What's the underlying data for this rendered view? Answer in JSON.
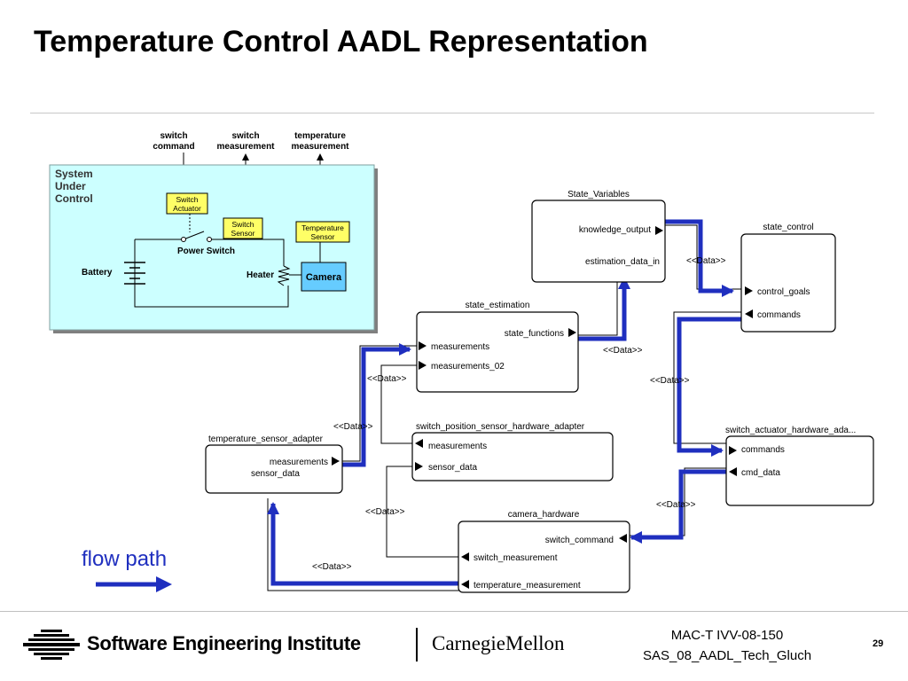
{
  "slide": {
    "title": "Temperature Control AADL Representation",
    "page_number": "29"
  },
  "system_inset": {
    "top_labels": [
      {
        "line1": "switch",
        "line2": "command"
      },
      {
        "line1": "switch",
        "line2": "measurement"
      },
      {
        "line1": "temperature",
        "line2": "measurement"
      }
    ],
    "panel_title": [
      "System",
      "Under",
      "Control"
    ],
    "switch_actuator": [
      "Switch",
      "Actuator"
    ],
    "switch_sensor": [
      "Switch",
      "Sensor"
    ],
    "temperature_sensor": [
      "Temperature",
      "Sensor"
    ],
    "power_switch": "Power Switch",
    "battery": "Battery",
    "heater": "Heater",
    "camera": "Camera",
    "colors": {
      "panel_bg": "#ccffff",
      "component_yellow": "#ffff66",
      "camera_blue": "#66ccff"
    }
  },
  "components": {
    "state_variables": {
      "name": "State_Variables",
      "ports": [
        "knowledge_output",
        "estimation_data_in"
      ]
    },
    "state_control": {
      "name": "state_control",
      "ports": [
        "control_goals",
        "commands"
      ]
    },
    "state_estimation": {
      "name": "state_estimation",
      "ports": [
        "state_functions",
        "measurements",
        "measurements_02"
      ]
    },
    "temperature_sensor_adapter": {
      "name": "temperature_sensor_adapter",
      "ports": [
        "measurements",
        "sensor_data"
      ]
    },
    "switch_position_sensor_hardware_adapter": {
      "name": "switch_position_sensor_hardware_adapter",
      "ports": [
        "measurements",
        "sensor_data"
      ]
    },
    "switch_actuator_hardware_adapter": {
      "name": "switch_actuator_hardware_ada...",
      "ports": [
        "commands",
        "cmd_data"
      ]
    },
    "camera_hardware": {
      "name": "camera_hardware",
      "ports": [
        "switch_command",
        "switch_measurement",
        "temperature_measurement"
      ]
    }
  },
  "connection_label": "<<Data>>",
  "legend": {
    "label": "flow path",
    "color": "#1f2fbf"
  },
  "footer": {
    "sei": "Software Engineering Institute",
    "cmu": "CarnegieMellon",
    "doc_line1": "MAC-T IVV-08-150",
    "doc_line2": "SAS_08_AADL_Tech_Gluch"
  }
}
